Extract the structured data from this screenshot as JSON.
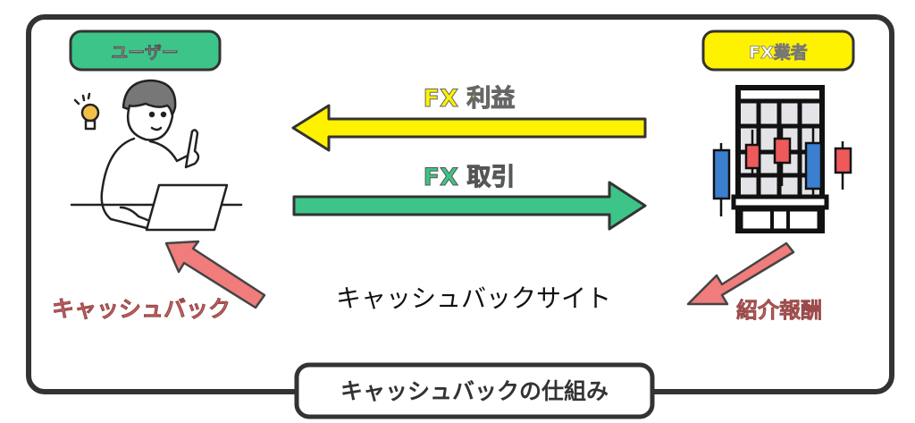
{
  "title": "キャッシュバックの仕組み",
  "user_label": "ユーザー",
  "broker_label": "FX業者",
  "profit_label": "FX 利益",
  "trade_label": "FX 取引",
  "cashback_label": "キャッシュバック",
  "site_label": "キャッシュバックサイト",
  "referral_label": "紹介報酬",
  "colors": {
    "green": "#3dc488",
    "yellow": "#fff200",
    "pink": "#f07c7c",
    "frame": "#333333",
    "candle_red": "#ee5a5a",
    "candle_blue": "#3b7fcf"
  }
}
